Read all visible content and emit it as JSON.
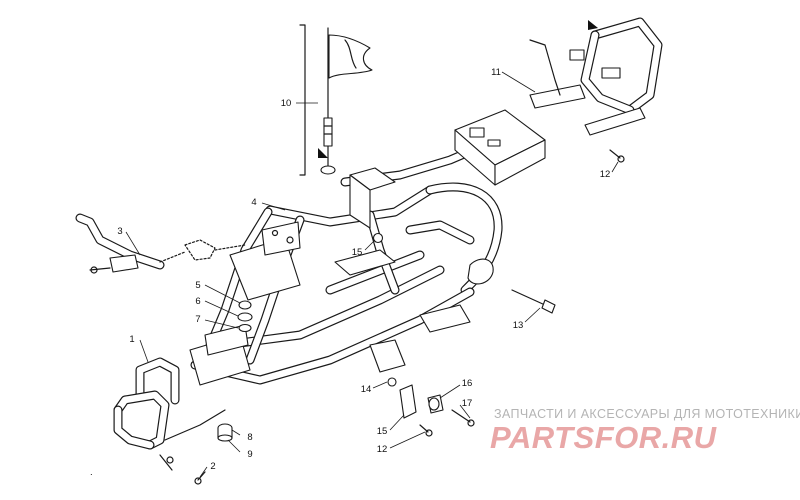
{
  "callouts": [
    {
      "id": "c1",
      "text": "1"
    },
    {
      "id": "c2",
      "text": "2"
    },
    {
      "id": "c3",
      "text": "3"
    },
    {
      "id": "c4",
      "text": "4"
    },
    {
      "id": "c5",
      "text": "5"
    },
    {
      "id": "c6",
      "text": "6"
    },
    {
      "id": "c7",
      "text": "7"
    },
    {
      "id": "c8",
      "text": "8"
    },
    {
      "id": "c9",
      "text": "9"
    },
    {
      "id": "c10",
      "text": "10"
    },
    {
      "id": "c11",
      "text": "11"
    },
    {
      "id": "c12a",
      "text": "12"
    },
    {
      "id": "c12b",
      "text": "12"
    },
    {
      "id": "c13",
      "text": "13"
    },
    {
      "id": "c14",
      "text": "14"
    },
    {
      "id": "c15a",
      "text": "15"
    },
    {
      "id": "c15b",
      "text": "15"
    },
    {
      "id": "c16",
      "text": "16"
    },
    {
      "id": "c17",
      "text": "17"
    }
  ],
  "watermark": {
    "caption": "ЗАПЧАСТИ И АКСЕССУАРЫ ДЛЯ МОТОТЕХНИКИ",
    "logo": "PARTSFOR.RU"
  },
  "colors": {
    "line": "#1a1a1a",
    "watermark_logo": "#e9a7a7",
    "watermark_caption": "#b4b4b4"
  }
}
